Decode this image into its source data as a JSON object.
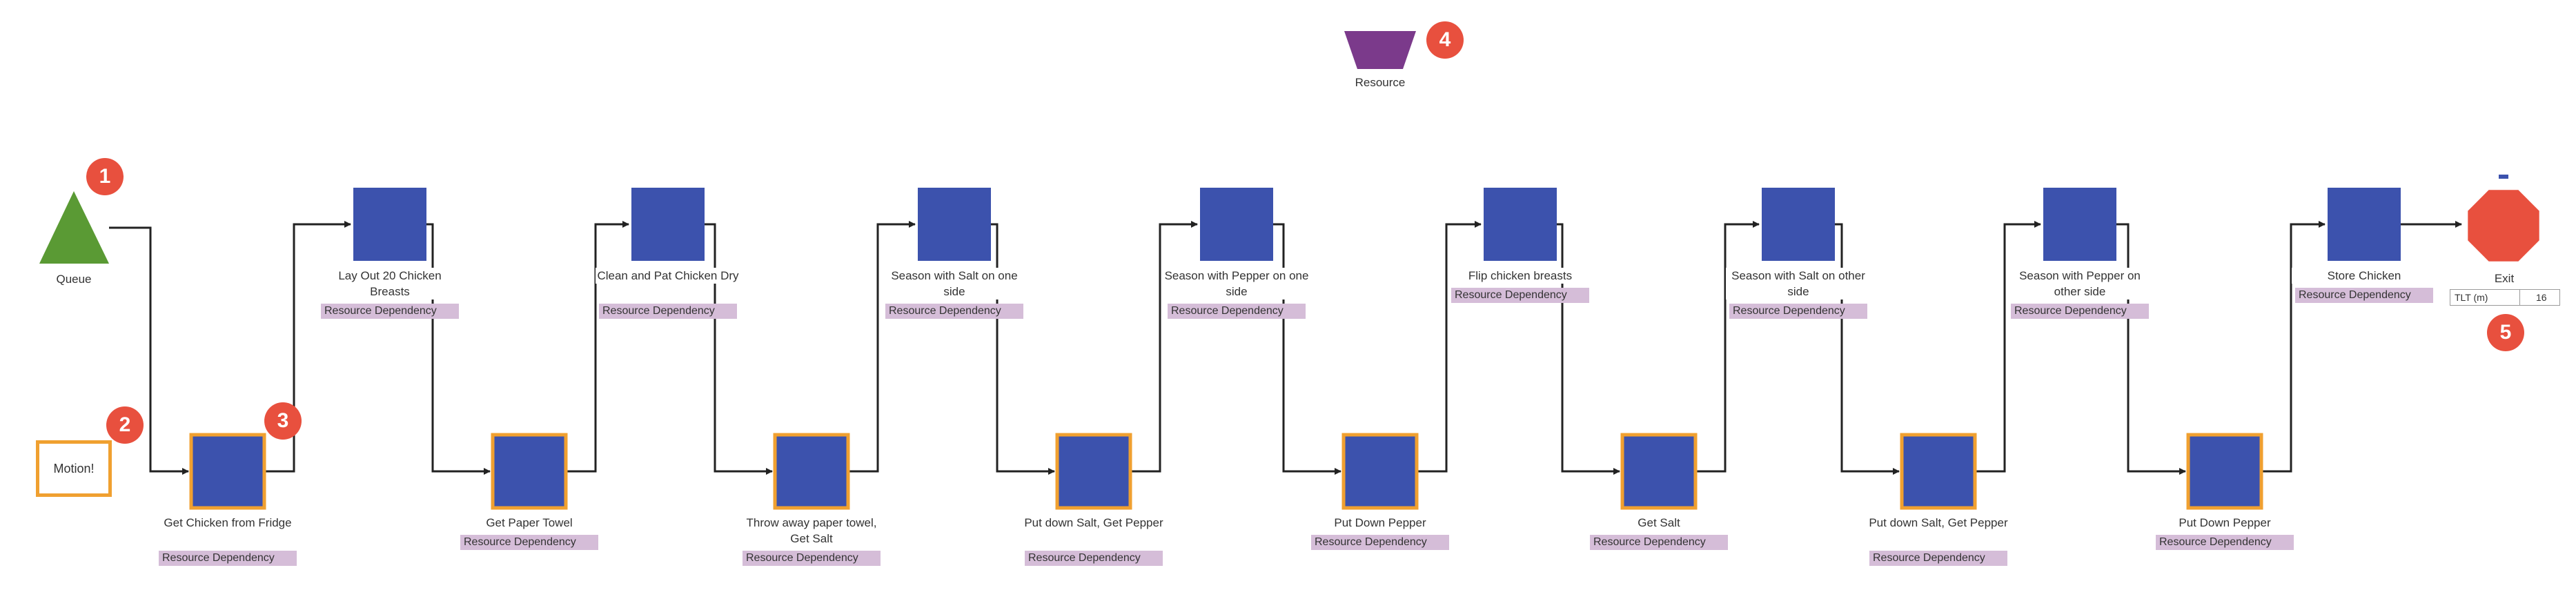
{
  "colors": {
    "process_fill": "#3c52ad",
    "motion_border": "#f0a030",
    "queue_fill": "#5a9a34",
    "exit_fill": "#e8503e",
    "resource_fill": "#7b3a8b",
    "dependency_fill": "#d5bdd8",
    "badge_fill": "#e8503e",
    "connector": "#222222"
  },
  "legend": {
    "resource_label": "Resource",
    "motion_label": "Motion!"
  },
  "queue": {
    "label": "Queue",
    "icon": "triangle-icon"
  },
  "exit": {
    "label": "Exit",
    "icon": "octagon-icon",
    "tlt_label": "TLT (m)",
    "tlt_value": "16"
  },
  "dependency_label": "Resource Dependency",
  "steps": [
    {
      "label": "Get Chicken from Fridge",
      "row": "bottom",
      "motion": true
    },
    {
      "label": "Lay Out 20 Chicken Breasts",
      "row": "top",
      "motion": false
    },
    {
      "label": "Get Paper Towel",
      "row": "bottom",
      "motion": true
    },
    {
      "label": "Clean and Pat Chicken Dry",
      "row": "top",
      "motion": false
    },
    {
      "label": "Throw away paper towel, Get Salt",
      "row": "bottom",
      "motion": true
    },
    {
      "label": "Season with Salt on one side",
      "row": "top",
      "motion": false
    },
    {
      "label": "Put down Salt, Get Pepper",
      "row": "bottom",
      "motion": true
    },
    {
      "label": "Season with Pepper on one side",
      "row": "top",
      "motion": false
    },
    {
      "label": "Put Down Pepper",
      "row": "bottom",
      "motion": true
    },
    {
      "label": "Flip chicken breasts",
      "row": "top",
      "motion": false
    },
    {
      "label": "Get Salt",
      "row": "bottom",
      "motion": true
    },
    {
      "label": "Season with Salt on other side",
      "row": "top",
      "motion": false
    },
    {
      "label": "Put down Salt, Get Pepper",
      "row": "bottom",
      "motion": true
    },
    {
      "label": "Season with Pepper on other side",
      "row": "top",
      "motion": false
    },
    {
      "label": "Put Down Pepper",
      "row": "bottom",
      "motion": true
    },
    {
      "label": "Store Chicken",
      "row": "top",
      "motion": false
    }
  ],
  "badges": [
    "1",
    "2",
    "3",
    "4",
    "5"
  ]
}
